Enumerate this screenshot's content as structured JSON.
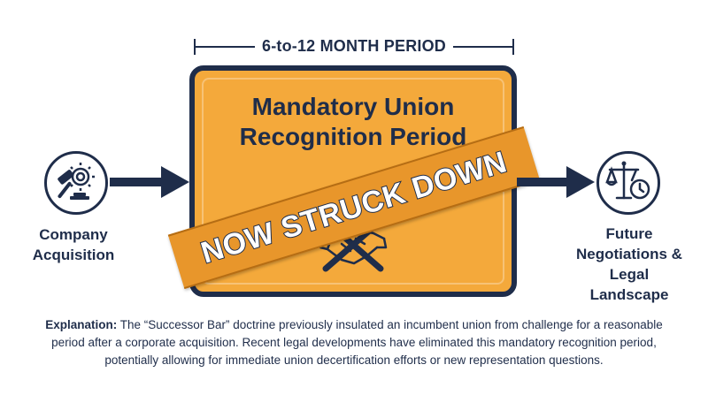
{
  "period_label": "6-to-12 MONTH PERIOD",
  "main_box": {
    "title_line1": "Mandatory Union",
    "title_line2": "Recognition Period",
    "banner": "NOW STRUCK DOWN",
    "crossed_icon": "handshake-icon"
  },
  "left_node": {
    "icon": "gavel-gear-icon",
    "label_line1": "Company",
    "label_line2": "Acquisition"
  },
  "right_node": {
    "icon": "scales-clock-icon",
    "label_line1": "Future",
    "label_line2": "Negotiations &",
    "label_line3": "Legal",
    "label_line4": "Landscape"
  },
  "explanation": {
    "lead": "Explanation:",
    "body": " The “Successor Bar” doctrine previously insulated an incumbent union from challenge for a reasonable period after a corporate acquisition. Recent legal developments have eliminated this mandatory recognition period, potentially allowing for immediate union decertification efforts or new representation questions."
  },
  "colors": {
    "navy": "#1f2d4a",
    "orange": "#f4a93b",
    "banner": "#e8962b"
  }
}
